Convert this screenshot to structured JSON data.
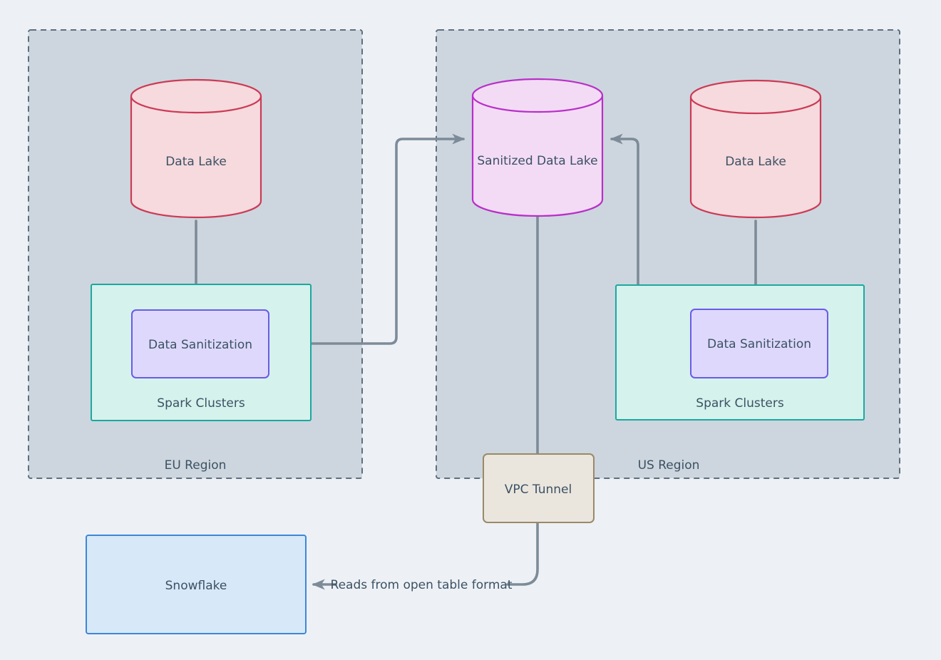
{
  "diagram_type": "architecture-flow",
  "background_color": "#edf1f5",
  "regions": {
    "eu": {
      "label": "EU Region"
    },
    "us": {
      "label": "US Region"
    }
  },
  "nodes": {
    "eu_data_lake": {
      "label": "Data Lake",
      "shape": "cylinder",
      "region": "eu"
    },
    "eu_spark_clusters": {
      "label": "Spark Clusters",
      "shape": "box",
      "region": "eu"
    },
    "eu_data_sanitization": {
      "label": "Data Sanitization",
      "shape": "box",
      "region": "eu"
    },
    "sanitized_data_lake": {
      "label": "Sanitized Data Lake",
      "shape": "cylinder",
      "region": "us"
    },
    "us_data_lake": {
      "label": "Data Lake",
      "shape": "cylinder",
      "region": "us"
    },
    "us_spark_clusters": {
      "label": "Spark Clusters",
      "shape": "box",
      "region": "us"
    },
    "us_data_sanitization": {
      "label": "Data Sanitization",
      "shape": "box",
      "region": "us"
    },
    "vpc_tunnel": {
      "label": "VPC Tunnel",
      "shape": "box",
      "region": "none"
    },
    "snowflake": {
      "label": "Snowflake",
      "shape": "box",
      "region": "none"
    }
  },
  "edges": {
    "snowflake_read_label": "Reads from open table format",
    "connections": [
      {
        "from": "eu_data_lake",
        "to": "eu_data_sanitization",
        "label": ""
      },
      {
        "from": "eu_data_sanitization",
        "to": "sanitized_data_lake",
        "label": ""
      },
      {
        "from": "us_data_lake",
        "to": "us_data_sanitization",
        "label": ""
      },
      {
        "from": "us_data_sanitization",
        "to": "sanitized_data_lake",
        "label": ""
      },
      {
        "from": "sanitized_data_lake",
        "to": "snowflake",
        "via": "vpc_tunnel",
        "label": "Reads from open table format"
      }
    ]
  },
  "colors": {
    "background": "#edf1f5",
    "region_fill": "#cdd6de",
    "region_border": "#5f6e7d",
    "data_lake_fill": "#f6dade",
    "data_lake_stroke": "#cc3a55",
    "sanitized_lake_fill": "#f3dbf6",
    "sanitized_lake_stroke": "#b92fc9",
    "spark_fill": "#d5f2ec",
    "spark_stroke": "#1ba8a0",
    "sanitization_fill": "#ded9fc",
    "sanitization_stroke": "#6a5be8",
    "vpc_fill": "#eae6de",
    "vpc_stroke": "#9a8968",
    "snowflake_fill": "#d7e8f8",
    "snowflake_stroke": "#3d87d8",
    "arrow": "#7d8b99",
    "text": "#3c5164"
  }
}
